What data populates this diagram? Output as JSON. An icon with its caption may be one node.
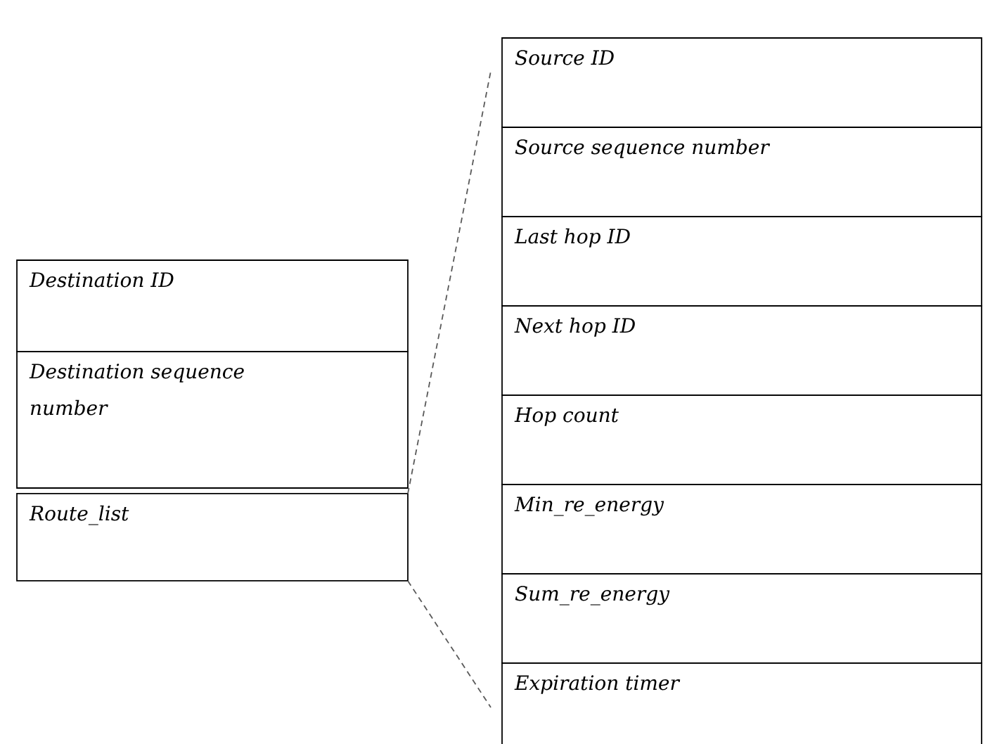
{
  "diagram": {
    "nodes": [
      {
        "text": [
          "Destination ID"
        ]
      },
      {
        "text": [
          "Destination sequence number"
        ]
      },
      {
        "text": [
          "Route_list"
        ]
      },
      {
        "text": [
          "Source ID"
        ]
      },
      {
        "text": [
          "Source sequence number"
        ]
      },
      {
        "text": [
          "Last hop ID"
        ]
      },
      {
        "text": [
          "Next hop ID"
        ]
      },
      {
        "text": [
          "Hop count"
        ]
      },
      {
        "text": [
          "Min_re_energy"
        ]
      },
      {
        "text": [
          "Sum_re_energy"
        ]
      },
      {
        "text": [
          "Expiration timer"
        ]
      }
    ],
    "edges": [
      {
        "from": 2,
        "to": 3,
        "arrow": "none",
        "style": "dashed"
      },
      {
        "from": 2,
        "to": 10,
        "arrow": "none",
        "style": "dashed"
      }
    ]
  }
}
